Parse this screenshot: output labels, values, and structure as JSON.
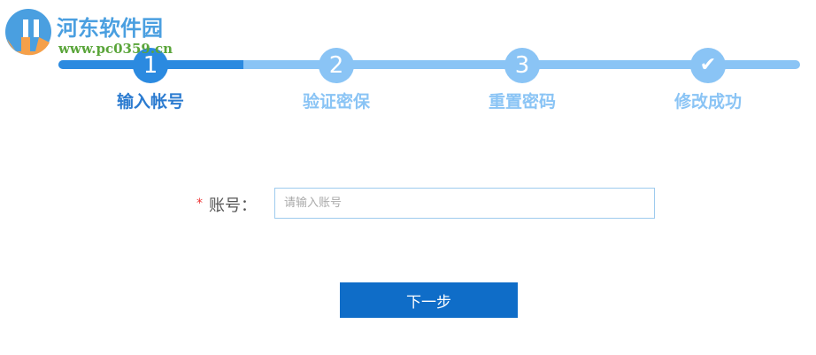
{
  "watermark": {
    "title": "河东软件园",
    "url": "www.pc0359.cn"
  },
  "steps": [
    {
      "number": "1",
      "label": "输入帐号",
      "active": true
    },
    {
      "number": "2",
      "label": "验证密保",
      "active": false
    },
    {
      "number": "3",
      "label": "重置密码",
      "active": false
    },
    {
      "number": "✔",
      "label": "修改成功",
      "active": false,
      "icon": "check-icon"
    }
  ],
  "progress_percent": 25,
  "colors": {
    "active": "#2b8ae0",
    "inactive": "#8ac4f5",
    "button": "#0f6dc8",
    "required": "#e33333"
  },
  "form": {
    "required_mark": "*",
    "account_label": "账号：",
    "account_value": "",
    "account_placeholder": "请输入账号"
  },
  "next_button": "下一步"
}
